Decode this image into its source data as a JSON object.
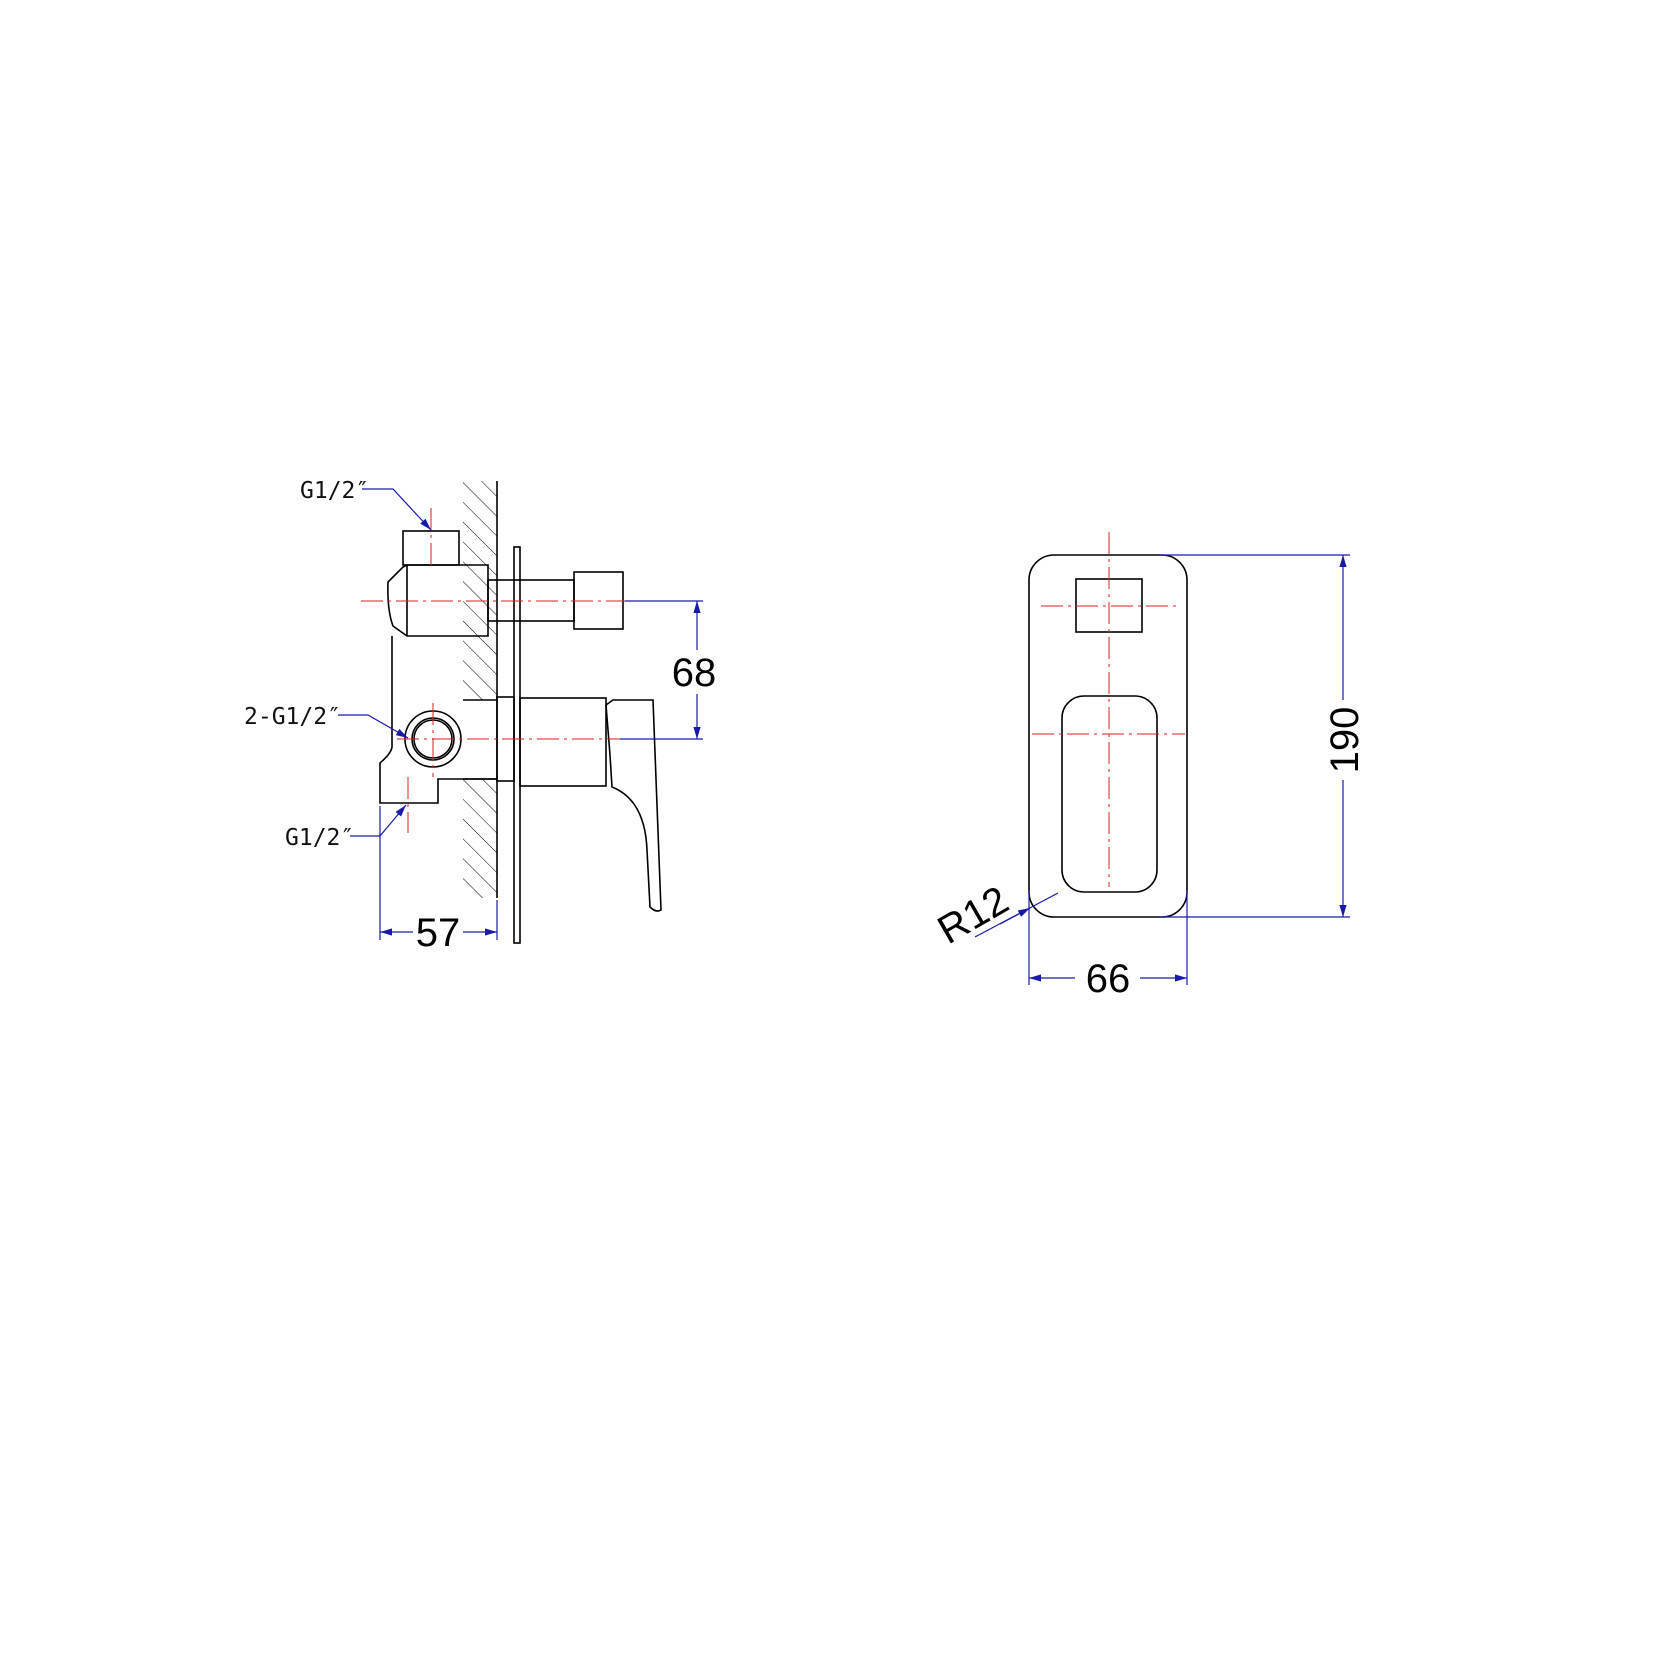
{
  "labels": {
    "top_inlet": "G1/2″",
    "side_inlets": "2-G1/2″",
    "bottom_outlet": "G1/2″"
  },
  "dimensions": {
    "depth": "57",
    "spindle_spacing": "68",
    "plate_height": "190",
    "plate_width": "66",
    "corner_radius": "R12"
  },
  "colors": {
    "outline": "#000000",
    "centerline": "#d42020",
    "dimension": "#1a1aa8"
  }
}
